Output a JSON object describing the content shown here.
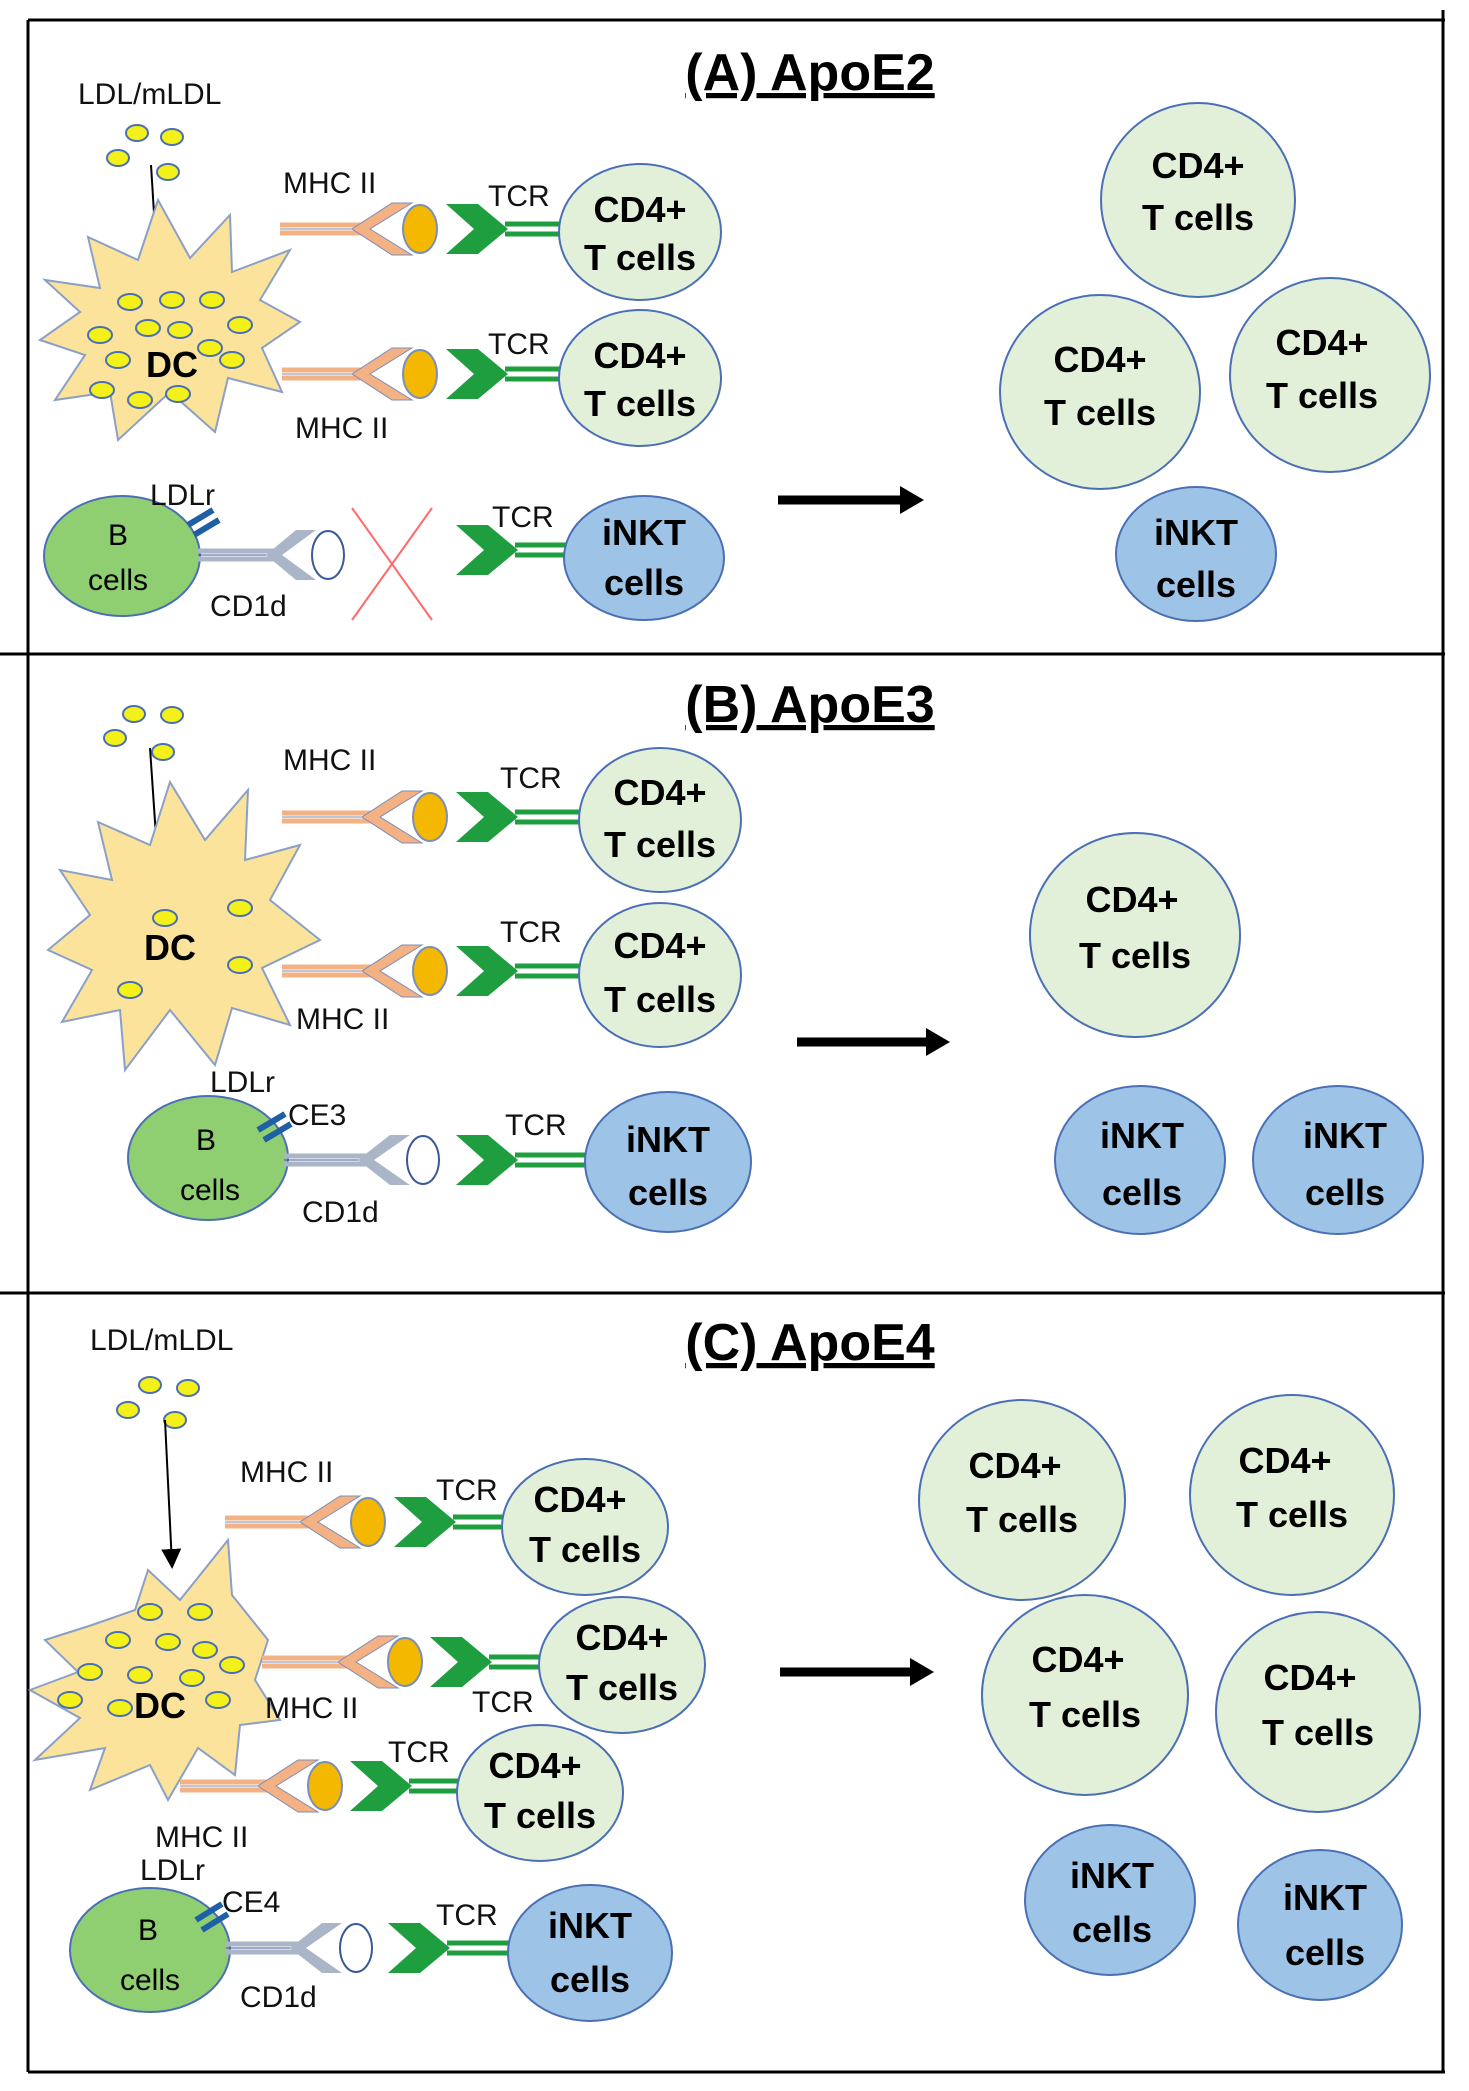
{
  "colors": {
    "dc_fill": "#fbe39b",
    "lipid": "#f4f01a",
    "cd4_fill": "#e2f0d9",
    "inkt_fill": "#9dc3e6",
    "b_fill": "#8fcf72",
    "mhc": "#f4b183",
    "antigen": "#f5b800",
    "tcr": "#1f9e3f",
    "cd1d": "#aab5c8",
    "ldlr": "#1f5fa6",
    "cross": "#ff6b6b"
  },
  "panels": [
    {
      "title": "(A) ApoE2",
      "ldl_label": "LDL/mLDL",
      "dc_label": "DC",
      "mhc_label_1": "MHC II",
      "mhc_label_2": "MHC II",
      "tcr_label_1": "TCR",
      "tcr_label_2": "TCR",
      "tcr_label_3": "TCR",
      "cd4_a": [
        "CD4+",
        "T cells"
      ],
      "cd4_b": [
        "CD4+",
        "T cells"
      ],
      "b_cell": [
        "B",
        "cells"
      ],
      "ldlr_label": "LDLr",
      "cd1d_label": "CD1d",
      "inkt": [
        "iNKT",
        "cells"
      ],
      "out_cd4_1": [
        "CD4+",
        "T cells"
      ],
      "out_cd4_2": [
        "CD4+",
        "T cells"
      ],
      "out_cd4_3": [
        "CD4+",
        "T cells"
      ],
      "out_inkt_1": [
        "iNKT",
        "cells"
      ]
    },
    {
      "title": "(B) ApoE3",
      "dc_label": "DC",
      "mhc_label_1": "MHC II",
      "mhc_label_2": "MHC II",
      "tcr_label_1": "TCR",
      "tcr_label_2": "TCR",
      "tcr_label_3": "TCR",
      "cd4_a": [
        "CD4+",
        "T cells"
      ],
      "cd4_b": [
        "CD4+",
        "T cells"
      ],
      "b_cell": [
        "B",
        "cells"
      ],
      "ldlr_label": "LDLr",
      "ce_label": "CE3",
      "cd1d_label": "CD1d",
      "inkt": [
        "iNKT",
        "cells"
      ],
      "out_cd4_1": [
        "CD4+",
        "T cells"
      ],
      "out_inkt_1": [
        "iNKT",
        "cells"
      ],
      "out_inkt_2": [
        "iNKT",
        "cells"
      ]
    },
    {
      "title": "(C) ApoE4",
      "ldl_label": "LDL/mLDL",
      "dc_label": "DC",
      "mhc_label_1": "MHC II",
      "mhc_label_2": "MHC II",
      "mhc_label_3": "MHC II",
      "tcr_label_1": "TCR",
      "tcr_label_2": "TCR",
      "tcr_label_3": "TCR",
      "tcr_label_4": "TCR",
      "cd4_a": [
        "CD4+",
        "T cells"
      ],
      "cd4_b": [
        "CD4+",
        "T cells"
      ],
      "cd4_c": [
        "CD4+",
        "T cells"
      ],
      "b_cell": [
        "B",
        "cells"
      ],
      "ldlr_label": "LDLr",
      "ce_label": "CE4",
      "cd1d_label": "CD1d",
      "inkt": [
        "iNKT",
        "cells"
      ],
      "out_cd4_1": [
        "CD4+",
        "T cells"
      ],
      "out_cd4_2": [
        "CD4+",
        "T cells"
      ],
      "out_cd4_3": [
        "CD4+",
        "T cells"
      ],
      "out_cd4_4": [
        "CD4+",
        "T cells"
      ],
      "out_inkt_1": [
        "iNKT",
        "cells"
      ],
      "out_inkt_2": [
        "iNKT",
        "cells"
      ]
    }
  ]
}
